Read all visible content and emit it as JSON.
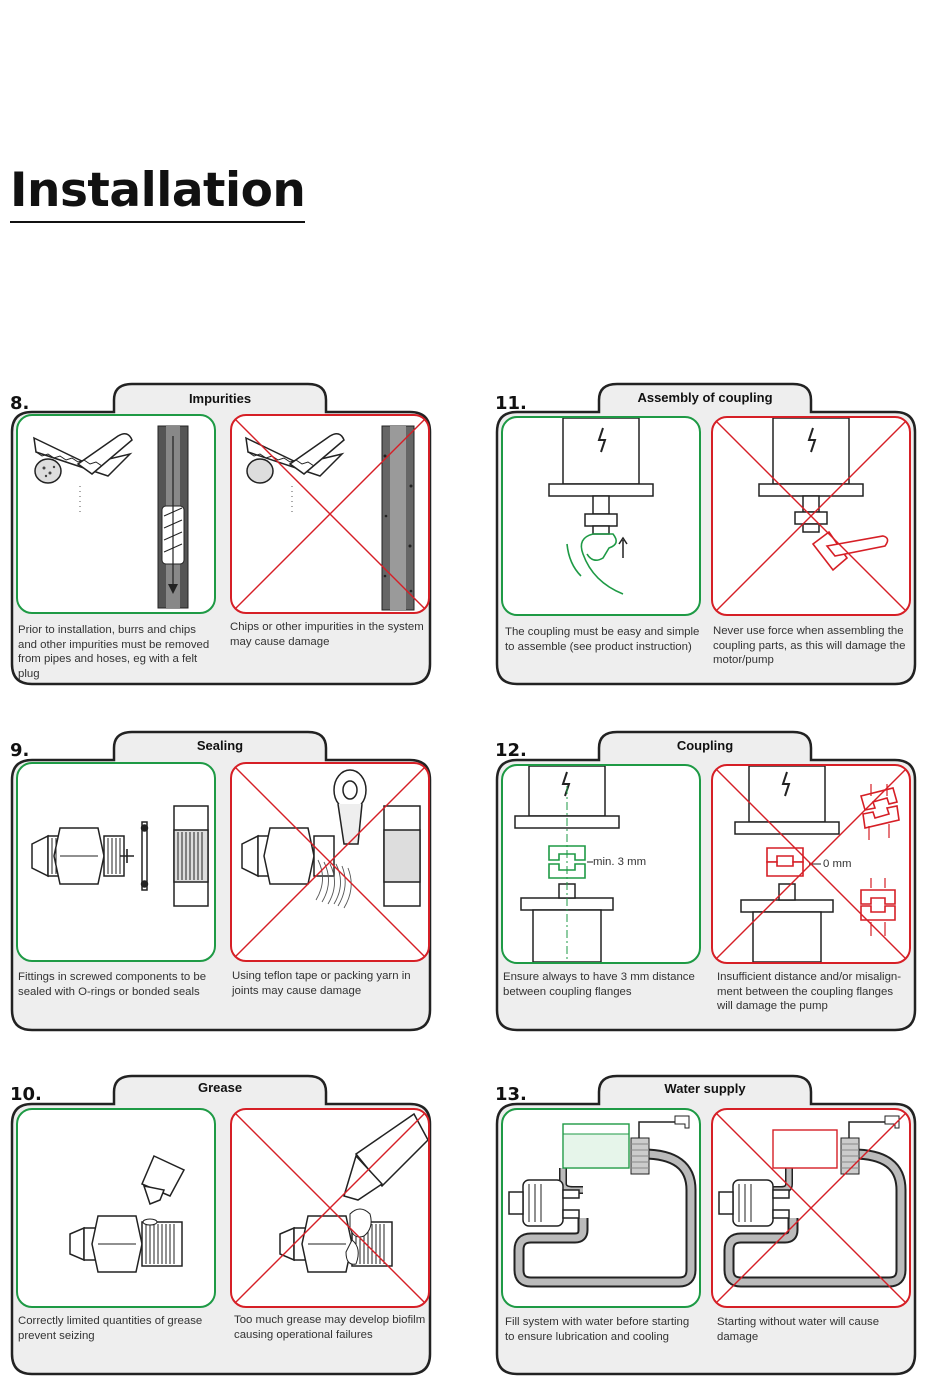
{
  "title": "Installation",
  "colors": {
    "good": "#1e9a45",
    "bad": "#d61f26",
    "panel_bg": "#eeeeee",
    "outline": "#222222"
  },
  "panels": [
    {
      "number": "8.",
      "title": "Impurities",
      "good_caption": "Prior to installation, burrs and chips and other impurities must be removed from pipes and hoses, eg with a felt plug",
      "bad_caption": "Chips or other impurities in the system may cause damage"
    },
    {
      "number": "9.",
      "title": "Sealing",
      "good_caption": "Fittings in screwed components to be sealed with O-rings or bonded seals",
      "bad_caption": "Using teflon tape or packing yarn in joints may cause damage"
    },
    {
      "number": "10.",
      "title": "Grease",
      "good_caption": "Correctly limited quantities of grease prevent seizing",
      "bad_caption": "Too  much grease may develop biofilm causing operational failures"
    },
    {
      "number": "11.",
      "title": "Assembly of coupling",
      "good_caption": "The coupling must be easy and simple to assemble (see product instruction)",
      "bad_caption": "Never use force when assembling the coupling parts, as this will damage the motor/pump"
    },
    {
      "number": "12.",
      "title": "Coupling",
      "good_caption": "Ensure always to have 3 mm distance between coupling flanges",
      "bad_caption": "Insufficient distance and/or misalign-ment between the coupling flanges will damage the pump",
      "good_label": "min. 3 mm",
      "bad_label": "0 mm"
    },
    {
      "number": "13.",
      "title": "Water supply",
      "good_caption": "Fill system with water before starting to ensure lubrication and cooling",
      "bad_caption": "Starting without water will cause damage"
    }
  ]
}
